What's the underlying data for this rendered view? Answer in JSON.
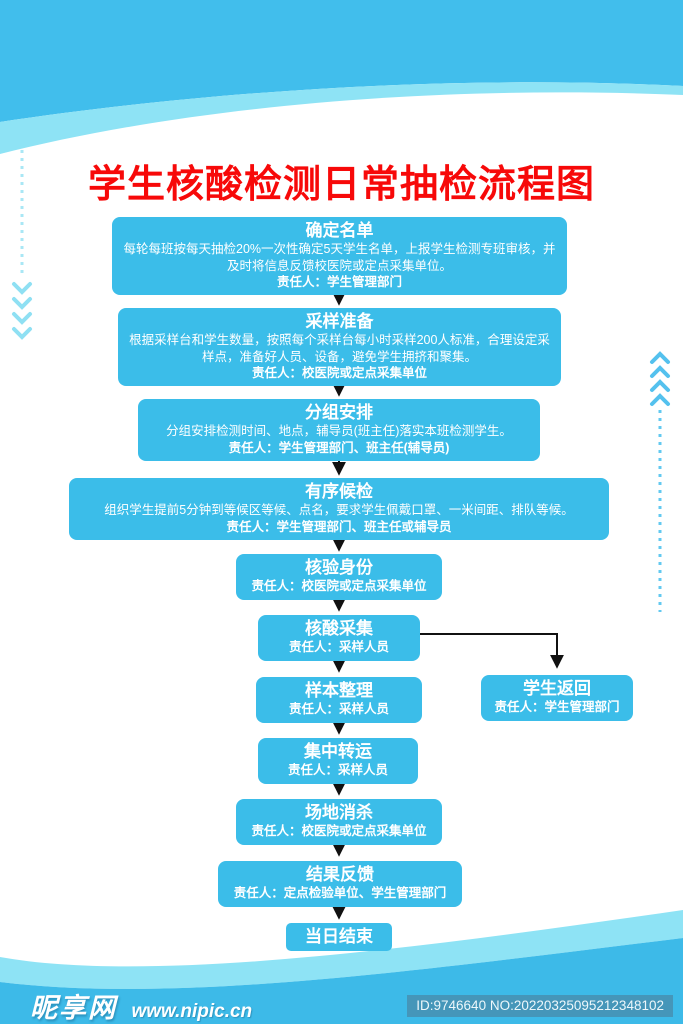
{
  "title": "学生核酸检测日常抽检流程图",
  "colors": {
    "band_blue": "#41beec",
    "band_light": "#8ee3f5",
    "box_blue": "#3bbde9",
    "title_red": "#f70909",
    "arrow_black": "#111111",
    "id_plate_bg": "#4596b9"
  },
  "flow": {
    "steps": [
      {
        "title": "确定名单",
        "desc": "每轮每班按每天抽检20%一次性确定5天学生名单，上报学生检测专班审核，并及时将信息反馈校医院或定点采集单位。",
        "resp": "责任人：学生管理部门"
      },
      {
        "title": "采样准备",
        "desc": "根据采样台和学生数量，按照每个采样台每小时采样200人标准，合理设定采样点，准备好人员、设备，避免学生拥挤和聚集。",
        "resp": "责任人：校医院或定点采集单位"
      },
      {
        "title": "分组安排",
        "desc": "分组安排检测时间、地点，辅导员(班主任)落实本班检测学生。",
        "resp": "责任人：学生管理部门、班主任(辅导员)"
      },
      {
        "title": "有序候检",
        "desc": "组织学生提前5分钟到等候区等候、点名，要求学生佩戴口罩、一米间距、排队等候。",
        "resp": "责任人：学生管理部门、班主任或辅导员"
      },
      {
        "title": "核验身份",
        "resp": "责任人：校医院或定点采集单位"
      },
      {
        "title": "核酸采集",
        "resp": "责任人：采样人员"
      },
      {
        "title": "样本整理",
        "resp": "责任人：采样人员"
      },
      {
        "title": "集中转运",
        "resp": "责任人：采样人员"
      },
      {
        "title": "场地消杀",
        "resp": "责任人：校医院或定点采集单位"
      },
      {
        "title": "结果反馈",
        "resp": "责任人：定点检验单位、学生管理部门"
      },
      {
        "title": "当日结束"
      }
    ],
    "branch": {
      "title": "学生返回",
      "resp": "责任人：学生管理部门"
    }
  },
  "footer": {
    "site_name": "昵享网",
    "site_url": "www.nipic.cn",
    "id_text": "ID:9746640 NO:20220325095212348102"
  }
}
